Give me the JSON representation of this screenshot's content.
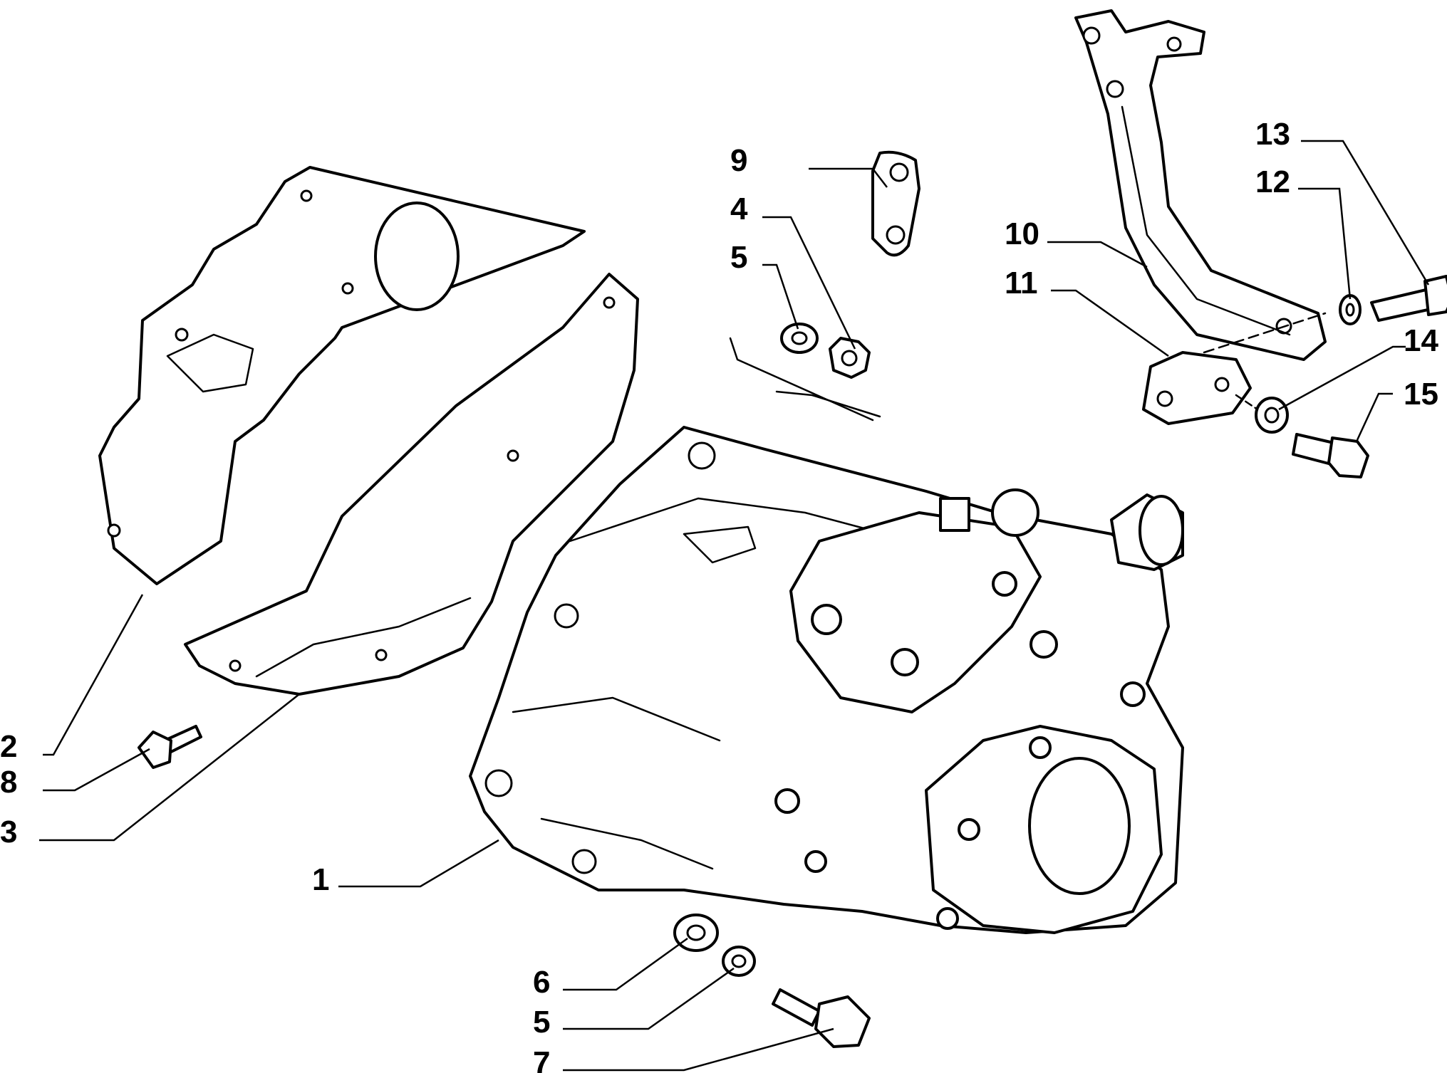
{
  "callouts": [
    {
      "id": "c1",
      "label": "1"
    },
    {
      "id": "c2",
      "label": "2"
    },
    {
      "id": "c3",
      "label": "3"
    },
    {
      "id": "c4",
      "label": "4"
    },
    {
      "id": "c5a",
      "label": "5"
    },
    {
      "id": "c5b",
      "label": "5"
    },
    {
      "id": "c6",
      "label": "6"
    },
    {
      "id": "c7",
      "label": "7"
    },
    {
      "id": "c8",
      "label": "8"
    },
    {
      "id": "c9",
      "label": "9"
    },
    {
      "id": "c10",
      "label": "10"
    },
    {
      "id": "c11",
      "label": "11"
    },
    {
      "id": "c12",
      "label": "12"
    },
    {
      "id": "c13",
      "label": "13"
    },
    {
      "id": "c14",
      "label": "14"
    },
    {
      "id": "c15",
      "label": "15"
    }
  ]
}
